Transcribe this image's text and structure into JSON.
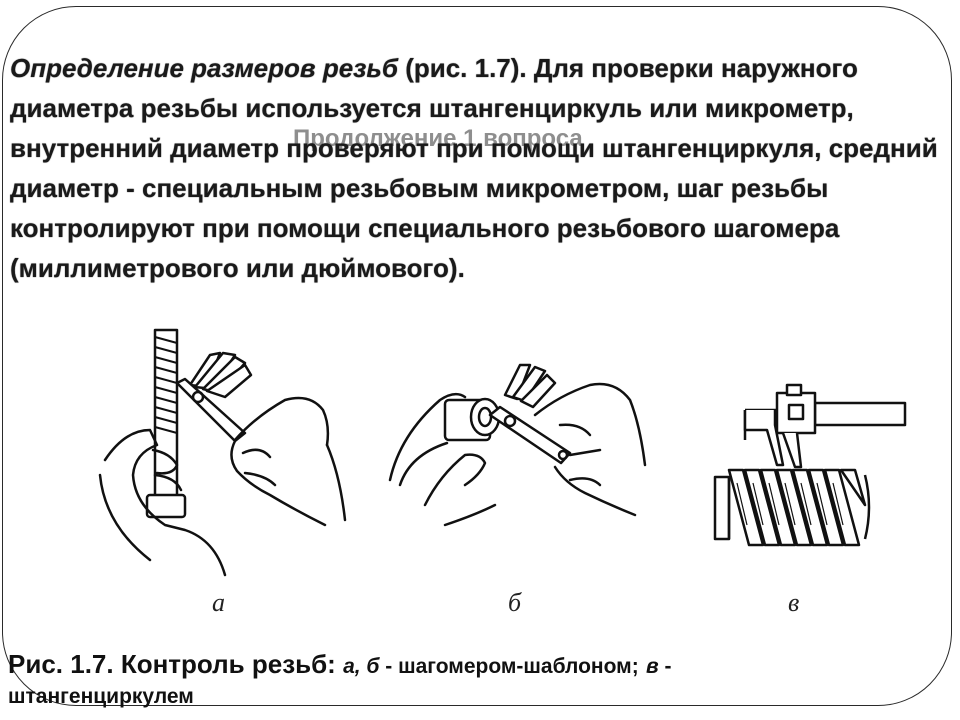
{
  "slide": {
    "ghost_title": "Продолжение 1 вопроса",
    "paragraph": {
      "lead": "Определение размеров резьб",
      "body": "  (рис. 1.7). Для проверки наружного диаметра резьбы используется штангенциркуль или микрометр, внутренний диаметр проверяют при помощи штангенциркуля, средний диаметр - специальным резьбовым микрометром, шаг резьбы контролируют при помощи специального резьбового шагомера (миллиметрового или дюймового)."
    },
    "figure": {
      "panels": [
        {
          "label": "а"
        },
        {
          "label": "б"
        },
        {
          "label": "в"
        }
      ]
    },
    "caption": {
      "main": "Рис. 1.7. Контроль резьб:",
      "part1_letters": "а, б",
      "part1_text": " - шагомером-шаблоном;",
      "part2_letter": "в",
      "part2_text": " -",
      "line2": "штангенциркулем"
    }
  }
}
